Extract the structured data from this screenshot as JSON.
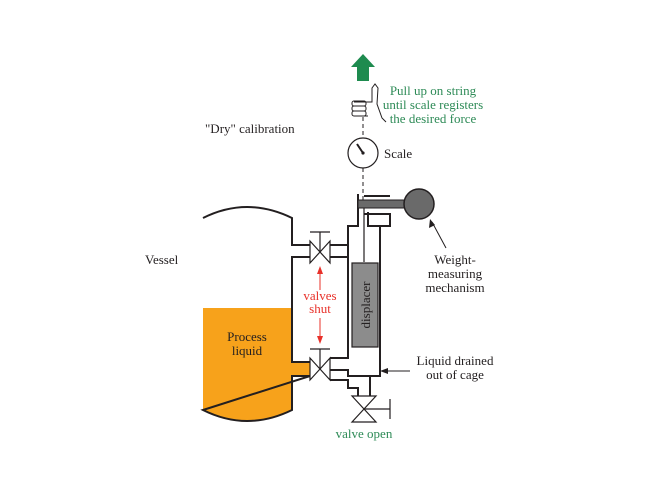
{
  "title": "\"Dry\" calibration",
  "labels": {
    "vessel": "Vessel",
    "process_liquid": [
      "Process",
      "liquid"
    ],
    "valves_shut": [
      "valves",
      "shut"
    ],
    "displacer": "displacer",
    "scale": "Scale",
    "weight_mechanism": [
      "Weight-",
      "measuring",
      "mechanism"
    ],
    "liquid_drained": [
      "Liquid drained",
      "out of cage"
    ],
    "valve_open": "valve open",
    "pull_instruction": [
      "Pull up on string",
      "until scale registers",
      "the desired force"
    ]
  },
  "colors": {
    "liquid": "#f7a21b",
    "arrow_green": "#1e8b4f",
    "text_green": "#2e8b57",
    "text_red": "#e8312a",
    "displacer": "#8c8c8c",
    "weight_ball": "#6a6a6a"
  }
}
